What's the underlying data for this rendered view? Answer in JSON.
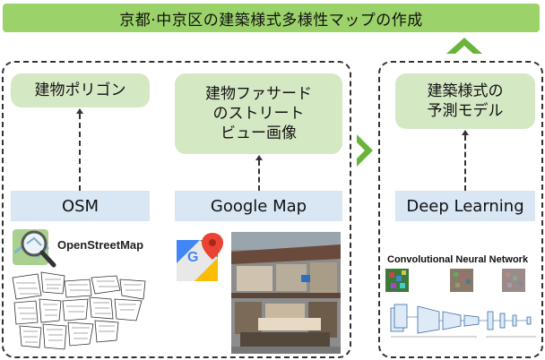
{
  "title": "京都·中京区の建築様式多様性マップの作成",
  "left_group": {
    "col1": {
      "target": "建物ポリゴン",
      "source": "OSM",
      "logo_text": "OpenStreetMap"
    },
    "col2": {
      "target": "建物ファサード\nのストリート\nビュー画像",
      "source": "Google Map"
    }
  },
  "right_group": {
    "target": "建築様式の\n予測モデル",
    "source": "Deep Learning",
    "figure_title": "Convolutional Neural Network"
  },
  "colors": {
    "title_bg": "#9bd26a",
    "box_bg": "#d5e8c4",
    "source_bg": "#d9e6f4",
    "arrow": "#6ab43a"
  }
}
